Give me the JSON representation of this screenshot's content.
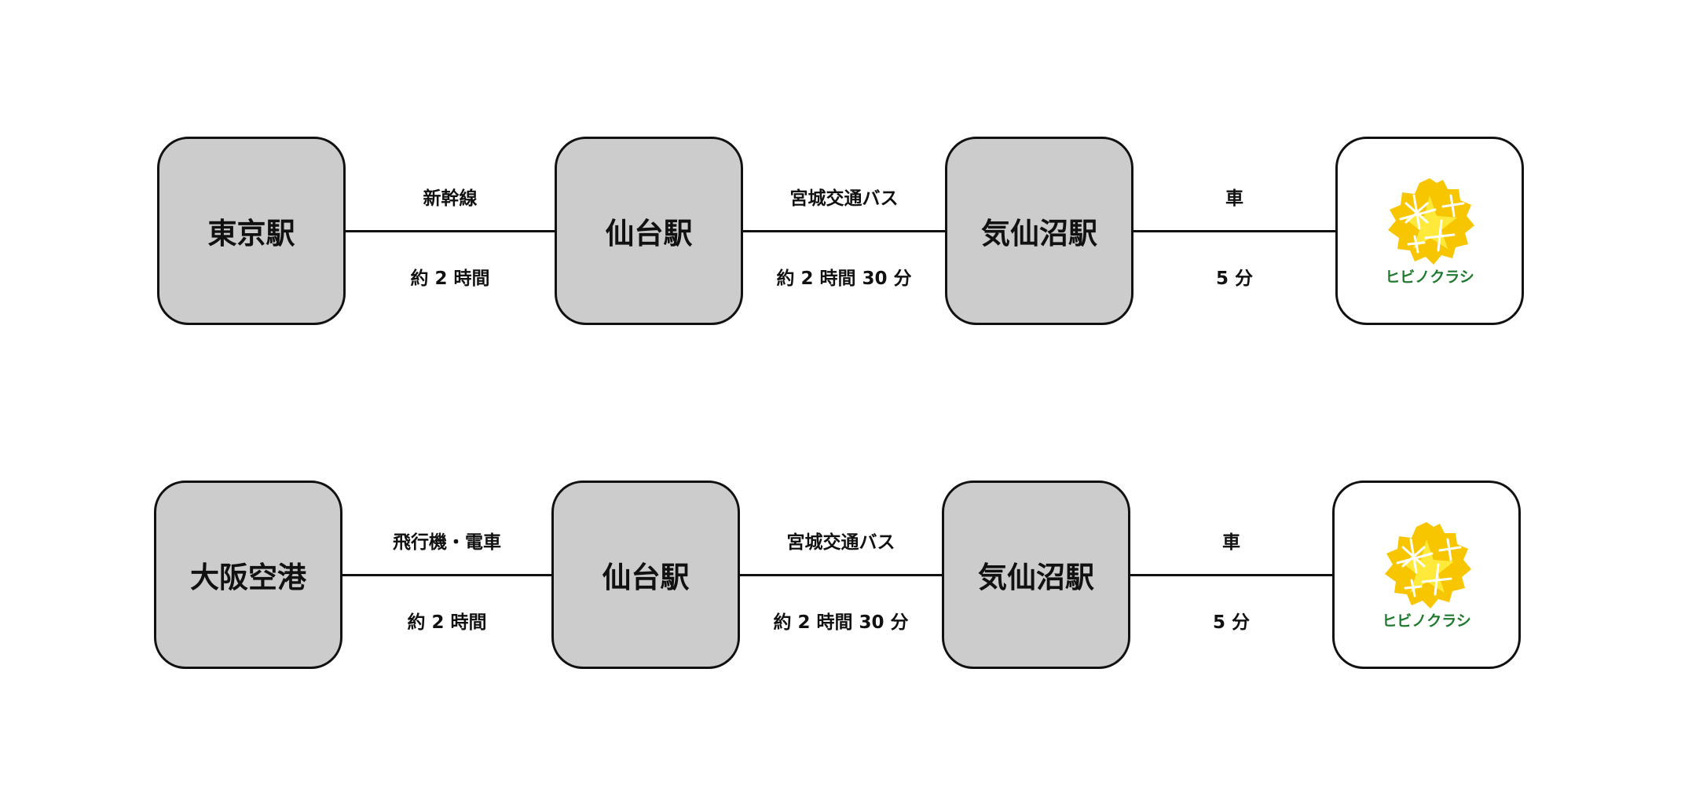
{
  "routes": [
    {
      "stops": [
        "東京駅",
        "仙台駅",
        "気仙沼駅"
      ],
      "legs": [
        {
          "mode": "新幹線",
          "time": "約 2 時間"
        },
        {
          "mode": "宮城交通バス",
          "time": "約 2 時間 30 分"
        },
        {
          "mode": "車",
          "time": "5 分"
        }
      ]
    },
    {
      "stops": [
        "大阪空港",
        "仙台駅",
        "気仙沼駅"
      ],
      "legs": [
        {
          "mode": "飛行機・電車",
          "time": "約 2 時間"
        },
        {
          "mode": "宮城交通バス",
          "time": "約 2 時間 30 分"
        },
        {
          "mode": "車",
          "time": "5 分"
        }
      ]
    }
  ],
  "logo": {
    "text": "ヒビノクラシ",
    "colors": {
      "yellow": "#f7c600",
      "light_yellow": "#ffe93a",
      "green": "#1f7a2e"
    }
  },
  "colors": {
    "box_fill": "#cccccc",
    "stroke": "#111111"
  }
}
